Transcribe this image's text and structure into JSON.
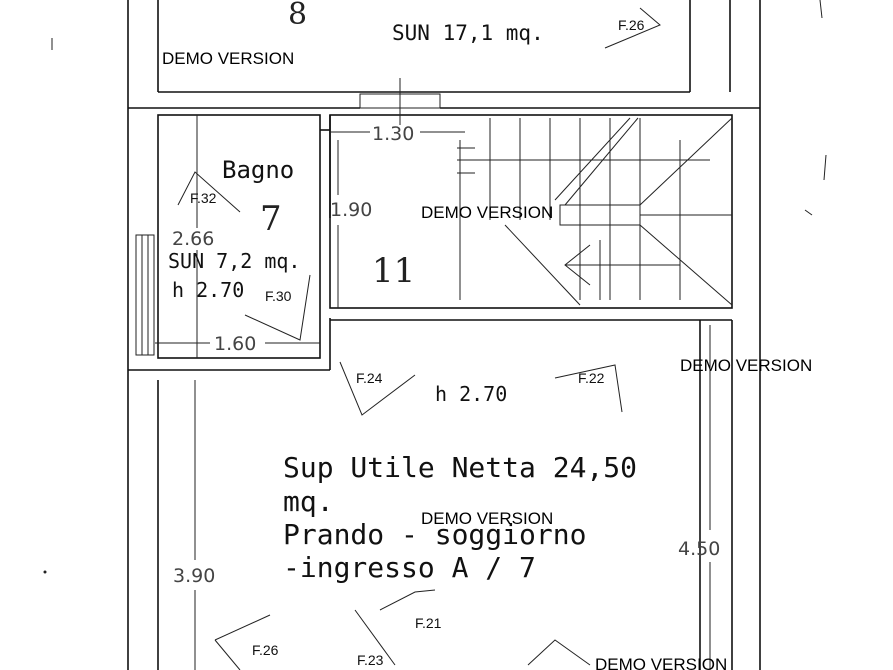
{
  "watermark": "DEMO VERSION",
  "rooms": {
    "room8": {
      "number": "8",
      "area": "SUN  17,1  mq."
    },
    "bagno": {
      "name": "Bagno",
      "number": "7",
      "area": "SUN  7,2 mq.",
      "height": "h 2.70"
    },
    "stairs": {
      "number": "11"
    },
    "living": {
      "height": "h 2.70",
      "line1": "Sup Utile Netta 24,50",
      "line2": "mq.",
      "line3": "Prando - soggiorno",
      "line4": "-ingresso A / 7"
    }
  },
  "dimensions": {
    "d130": "1.30",
    "d190": "1.90",
    "d266": "2.66",
    "d160": "1.60",
    "d390": "3.90",
    "d450": "4.50"
  },
  "photo_points": {
    "f26_top": "F.26",
    "f32": "F.32",
    "f30": "F.30",
    "f24": "F.24",
    "f22": "F.22",
    "f21": "F.21",
    "f26_bottom": "F.26",
    "f23": "F.23"
  }
}
